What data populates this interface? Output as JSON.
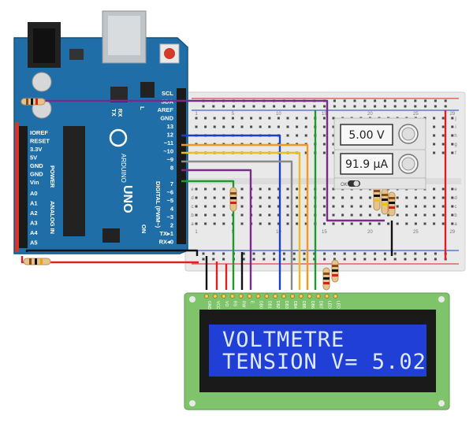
{
  "arduino": {
    "brand": "ARDUINO",
    "model": "UNO",
    "tx_label": "TX",
    "rx_label": "RX",
    "on_label": "ON",
    "l_label": "L",
    "power_header_label": "POWER",
    "analog_header_label": "ANALOG IN",
    "digital_header_label": "DIGITAL (PWM~)",
    "power_pins": [
      "IOREF",
      "RESET",
      "3.3V",
      "5V",
      "GND",
      "GND",
      "Vin"
    ],
    "analog_pins": [
      "A0",
      "A1",
      "A2",
      "A3",
      "A4",
      "A5"
    ],
    "digital_pins_top": [
      "SCL",
      "SDA",
      "AREF",
      "GND",
      "13",
      "12",
      "~11",
      "~10",
      "~9",
      "8"
    ],
    "digital_pins_bottom": [
      "7",
      "~6",
      "~5",
      "4",
      "~3",
      "2",
      "TX▸1",
      "RX◂0"
    ]
  },
  "breadboard": {
    "row_letters_top": [
      "j",
      "i",
      "h",
      "g",
      "f"
    ],
    "row_letters_bottom": [
      "e",
      "d",
      "c",
      "b",
      "a"
    ],
    "column_numbers": [
      "1",
      "5",
      "10",
      "15",
      "20",
      "25",
      "29"
    ]
  },
  "voltmeter": {
    "reading": "5.00 V"
  },
  "ammeter": {
    "reading": "91.9 µA"
  },
  "switch": {
    "label": "OK"
  },
  "lcd": {
    "line1": "VOLTMETRE",
    "line2": "TENSION V= 5.02",
    "pin_labels": [
      "GND",
      "VCC",
      "VO",
      "RS",
      "RW",
      "E",
      "DB0",
      "DB1",
      "DB2",
      "DB3",
      "DB4",
      "DB5",
      "DB6",
      "DB7",
      "LED",
      "LED"
    ]
  },
  "colors": {
    "board": "#1f6ea8",
    "lcd_screen": "#1f3fd6",
    "lcd_pcb": "#7fc36a",
    "wire_purple": "#7a2a8a",
    "wire_blue": "#1a3fc8",
    "wire_orange": "#f29a1c",
    "wire_yellow": "#e8c01a",
    "wire_gray": "#8a8a8a",
    "wire_green": "#1f9a2a",
    "wire_red": "#e02020",
    "wire_black": "#111111"
  }
}
